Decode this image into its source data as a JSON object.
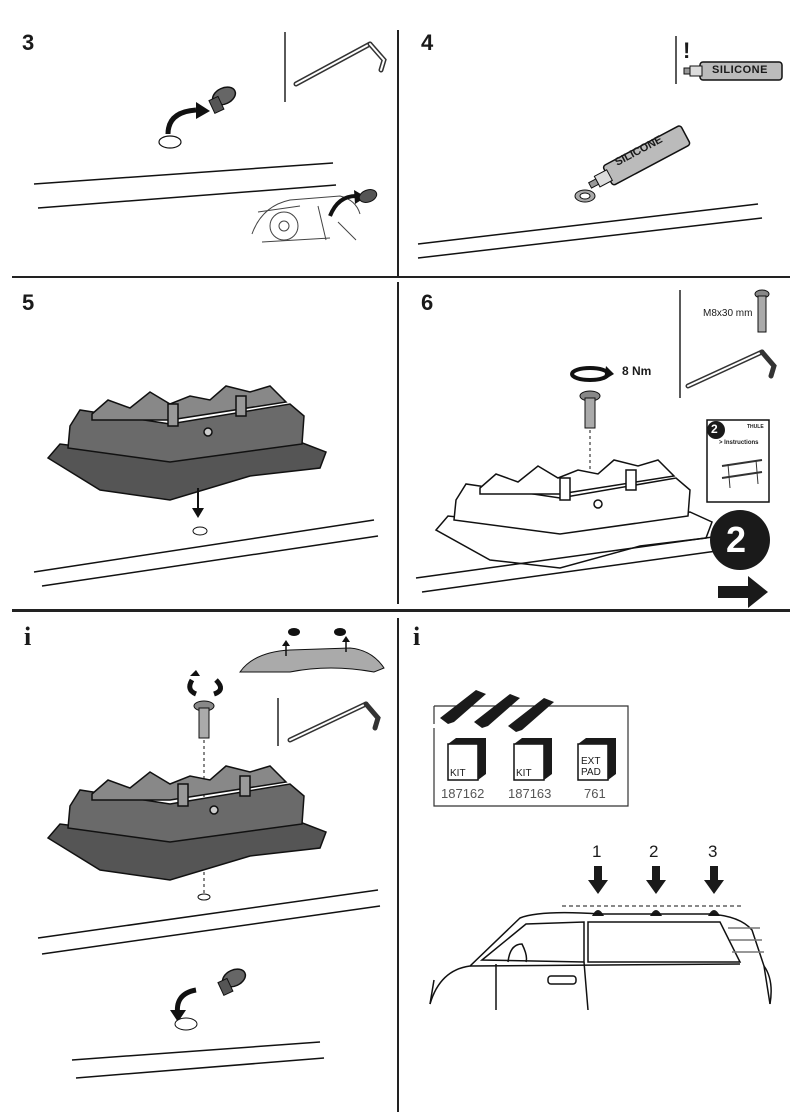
{
  "steps": [
    {
      "number": "3"
    },
    {
      "number": "4"
    },
    {
      "number": "5"
    },
    {
      "number": "6"
    },
    {
      "number": "i"
    },
    {
      "number": "i"
    }
  ],
  "step4": {
    "tube_label": "SILICONE",
    "tube_label_2": "SILICONE",
    "warning": "!"
  },
  "step6": {
    "torque": "8 Nm",
    "bolt_spec": "M8x30 mm",
    "booklet_step": "2",
    "booklet_title": "> Instructions",
    "booklet_logo": "THULE",
    "big_step": "2"
  },
  "info_right": {
    "kits": [
      {
        "tag": "KIT",
        "number": "187162"
      },
      {
        "tag": "KIT",
        "number": "187163"
      },
      {
        "tag": "EXT PAD",
        "tag_line1": "EXT",
        "tag_line2": "PAD",
        "number": "761"
      }
    ],
    "positions": [
      "1",
      "2",
      "3"
    ]
  }
}
